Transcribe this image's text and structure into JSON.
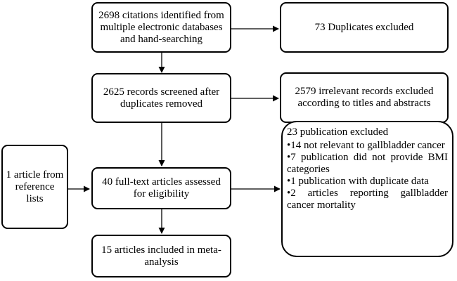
{
  "flowchart": {
    "identified": "2698 citations identified from multiple electronic databases and hand-searching",
    "duplicates_excluded": "73  Duplicates excluded",
    "screened": "2625 records screened after duplicates removed",
    "irrelevant_excluded": "2579 irrelevant records excluded according to titles and abstracts",
    "reference_lists": "1 article from reference lists",
    "full_text": "40 full-text articles assessed for eligibility",
    "excluded_box": {
      "title": "23 publication excluded",
      "items": [
        "14 not relevant to gallbladder cancer",
        "7  publication did not provide BMI categories",
        "1  publication with duplicate data",
        "2 articles reporting gallbladder cancer mortality"
      ]
    },
    "included": "15 articles included in meta-analysis"
  }
}
